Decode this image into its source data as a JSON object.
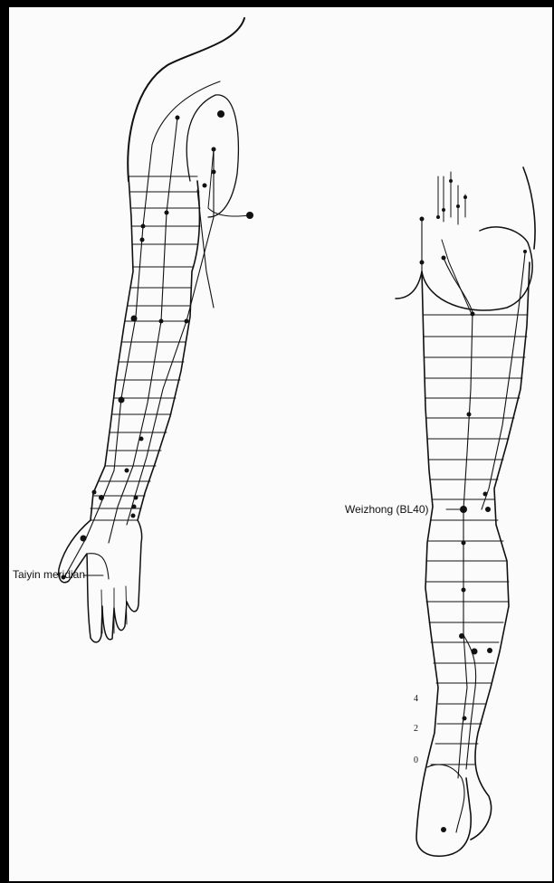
{
  "labels": {
    "weizhong": "Weizhong (BL40)",
    "taiyin": "Taiyin meridian"
  },
  "scale_ticks": [
    "4",
    "2",
    "0"
  ],
  "colors": {
    "background": "#000000",
    "paper": "#fbfbfb",
    "ink": "#111111"
  }
}
